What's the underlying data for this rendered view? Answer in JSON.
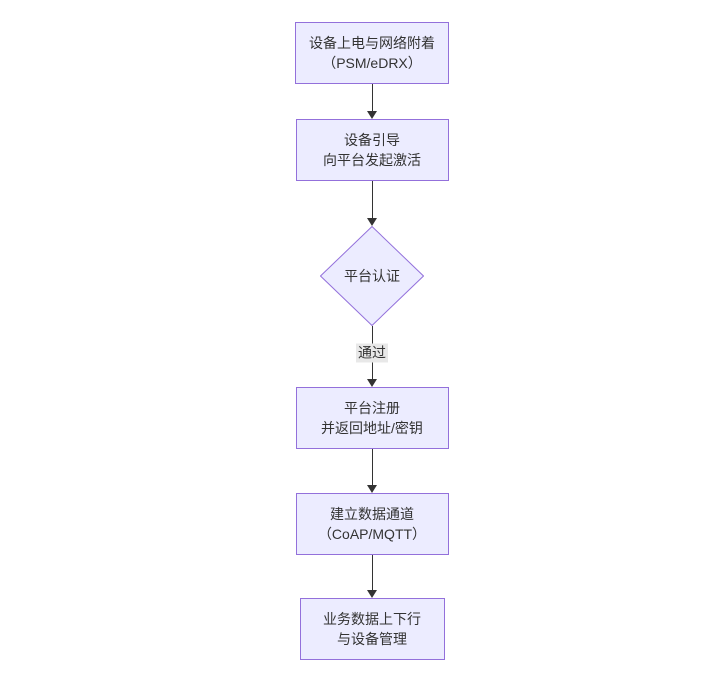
{
  "diagram": {
    "type": "flowchart",
    "direction": "top-down",
    "colors": {
      "node_fill": "#ECECFF",
      "node_border": "#9370DB",
      "edge_line": "#333333",
      "edge_label_bg": "#e8e8e8",
      "text": "#333333",
      "background": "#ffffff"
    },
    "nodes": [
      {
        "id": "A",
        "shape": "rect",
        "lines": [
          "设备上电与网络附着",
          "（PSM/eDRX）"
        ]
      },
      {
        "id": "B",
        "shape": "rect",
        "lines": [
          "设备引导",
          "向平台发起激活"
        ]
      },
      {
        "id": "C",
        "shape": "diamond",
        "lines": [
          "平台认证"
        ]
      },
      {
        "id": "D",
        "shape": "rect",
        "lines": [
          "平台注册",
          "并返回地址/密钥"
        ]
      },
      {
        "id": "E",
        "shape": "rect",
        "lines": [
          "建立数据通道",
          "（CoAP/MQTT）"
        ]
      },
      {
        "id": "F",
        "shape": "rect",
        "lines": [
          "业务数据上下行",
          "与设备管理"
        ]
      }
    ],
    "edges": [
      {
        "from": "A",
        "to": "B",
        "label": ""
      },
      {
        "from": "B",
        "to": "C",
        "label": ""
      },
      {
        "from": "C",
        "to": "D",
        "label": "通过"
      },
      {
        "from": "D",
        "to": "E",
        "label": ""
      },
      {
        "from": "E",
        "to": "F",
        "label": ""
      }
    ]
  }
}
